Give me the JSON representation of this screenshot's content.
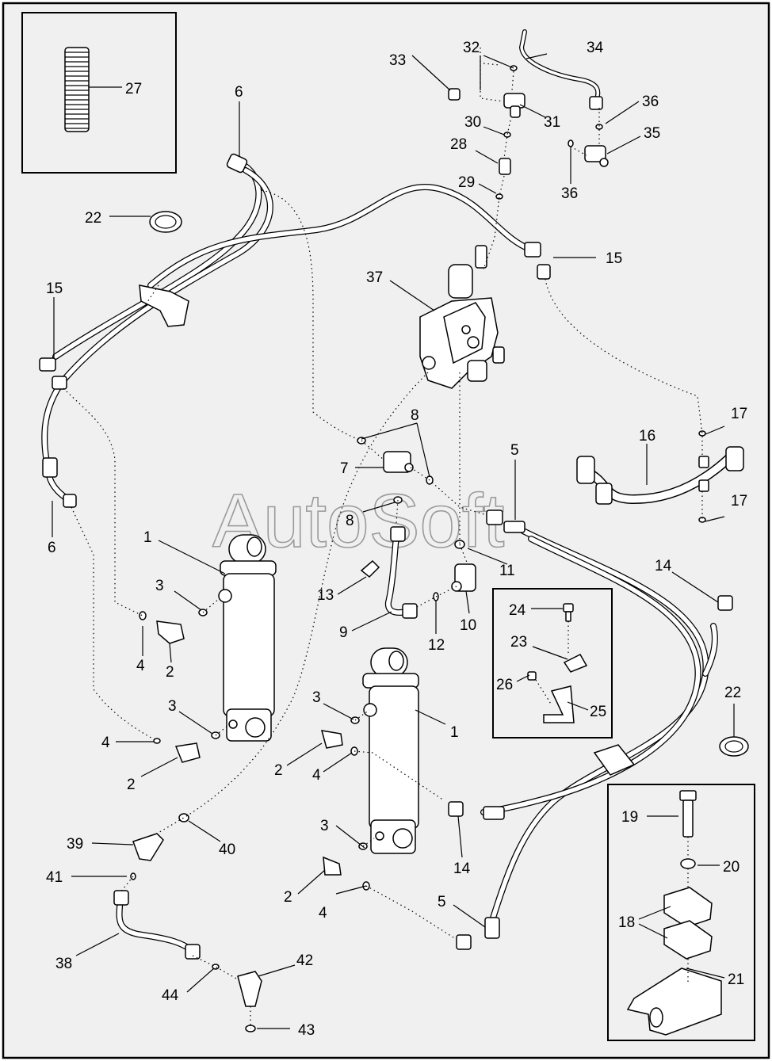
{
  "watermark": "AutoSoft",
  "callouts": {
    "c1a": "1",
    "c1b": "1",
    "c2a": "2",
    "c2b": "2",
    "c2c": "2",
    "c2d": "2",
    "c3a": "3",
    "c3b": "3",
    "c3c": "3",
    "c3d": "3",
    "c4a": "4",
    "c4b": "4",
    "c4c": "4",
    "c4d": "4",
    "c5a": "5",
    "c5b": "5",
    "c6a": "6",
    "c6b": "6",
    "c7": "7",
    "c8a": "8",
    "c8b": "8",
    "c9": "9",
    "c10": "10",
    "c11": "11",
    "c12": "12",
    "c13": "13",
    "c14a": "14",
    "c14b": "14",
    "c15a": "15",
    "c15b": "15",
    "c16": "16",
    "c17a": "17",
    "c17b": "17",
    "c18": "18",
    "c19": "19",
    "c20": "20",
    "c21": "21",
    "c22a": "22",
    "c22b": "22",
    "c23": "23",
    "c24": "24",
    "c25": "25",
    "c26": "26",
    "c27": "27",
    "c28": "28",
    "c29": "29",
    "c30": "30",
    "c31": "31",
    "c32": "32",
    "c33": "33",
    "c34": "34",
    "c35": "35",
    "c36a": "36",
    "c36b": "36",
    "c37": "37",
    "c38": "38",
    "c39": "39",
    "c40": "40",
    "c41": "41",
    "c42": "42",
    "c43": "43",
    "c44": "44"
  }
}
